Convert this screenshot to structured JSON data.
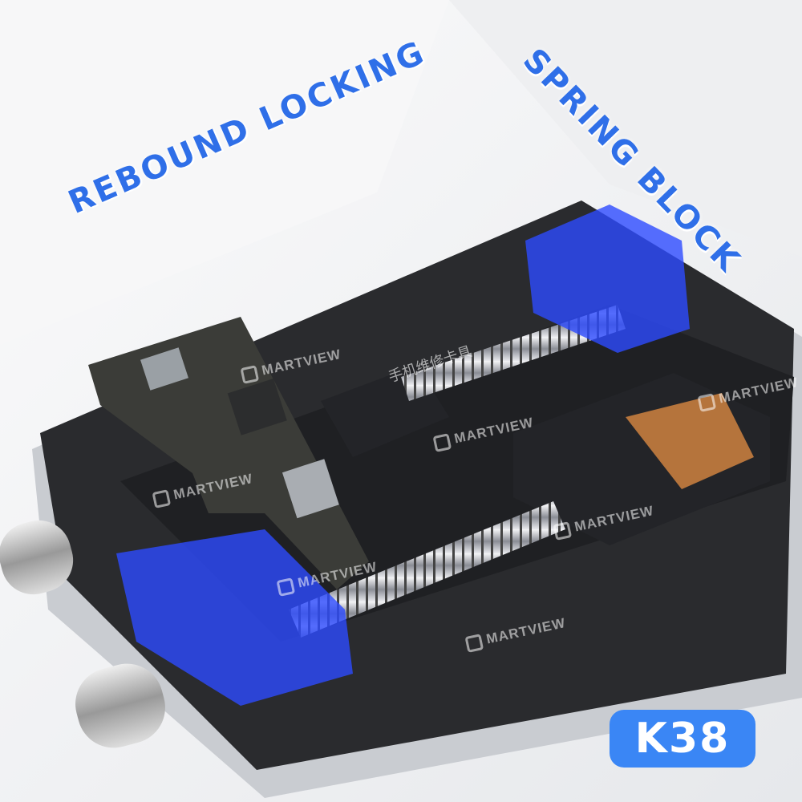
{
  "headlines": {
    "left": "REBOUND LOCKING",
    "right": "SPRING BLOCK"
  },
  "badge": {
    "label": "K38",
    "color": "#3a86f5"
  },
  "watermark": "MARTVIEW",
  "fixture_label": "手机维修卡具",
  "colors": {
    "headline": "#2f6fe8",
    "plate": "#2a2b2e",
    "frame": "#c9ccd1",
    "block_glow": "#2d4bff"
  }
}
